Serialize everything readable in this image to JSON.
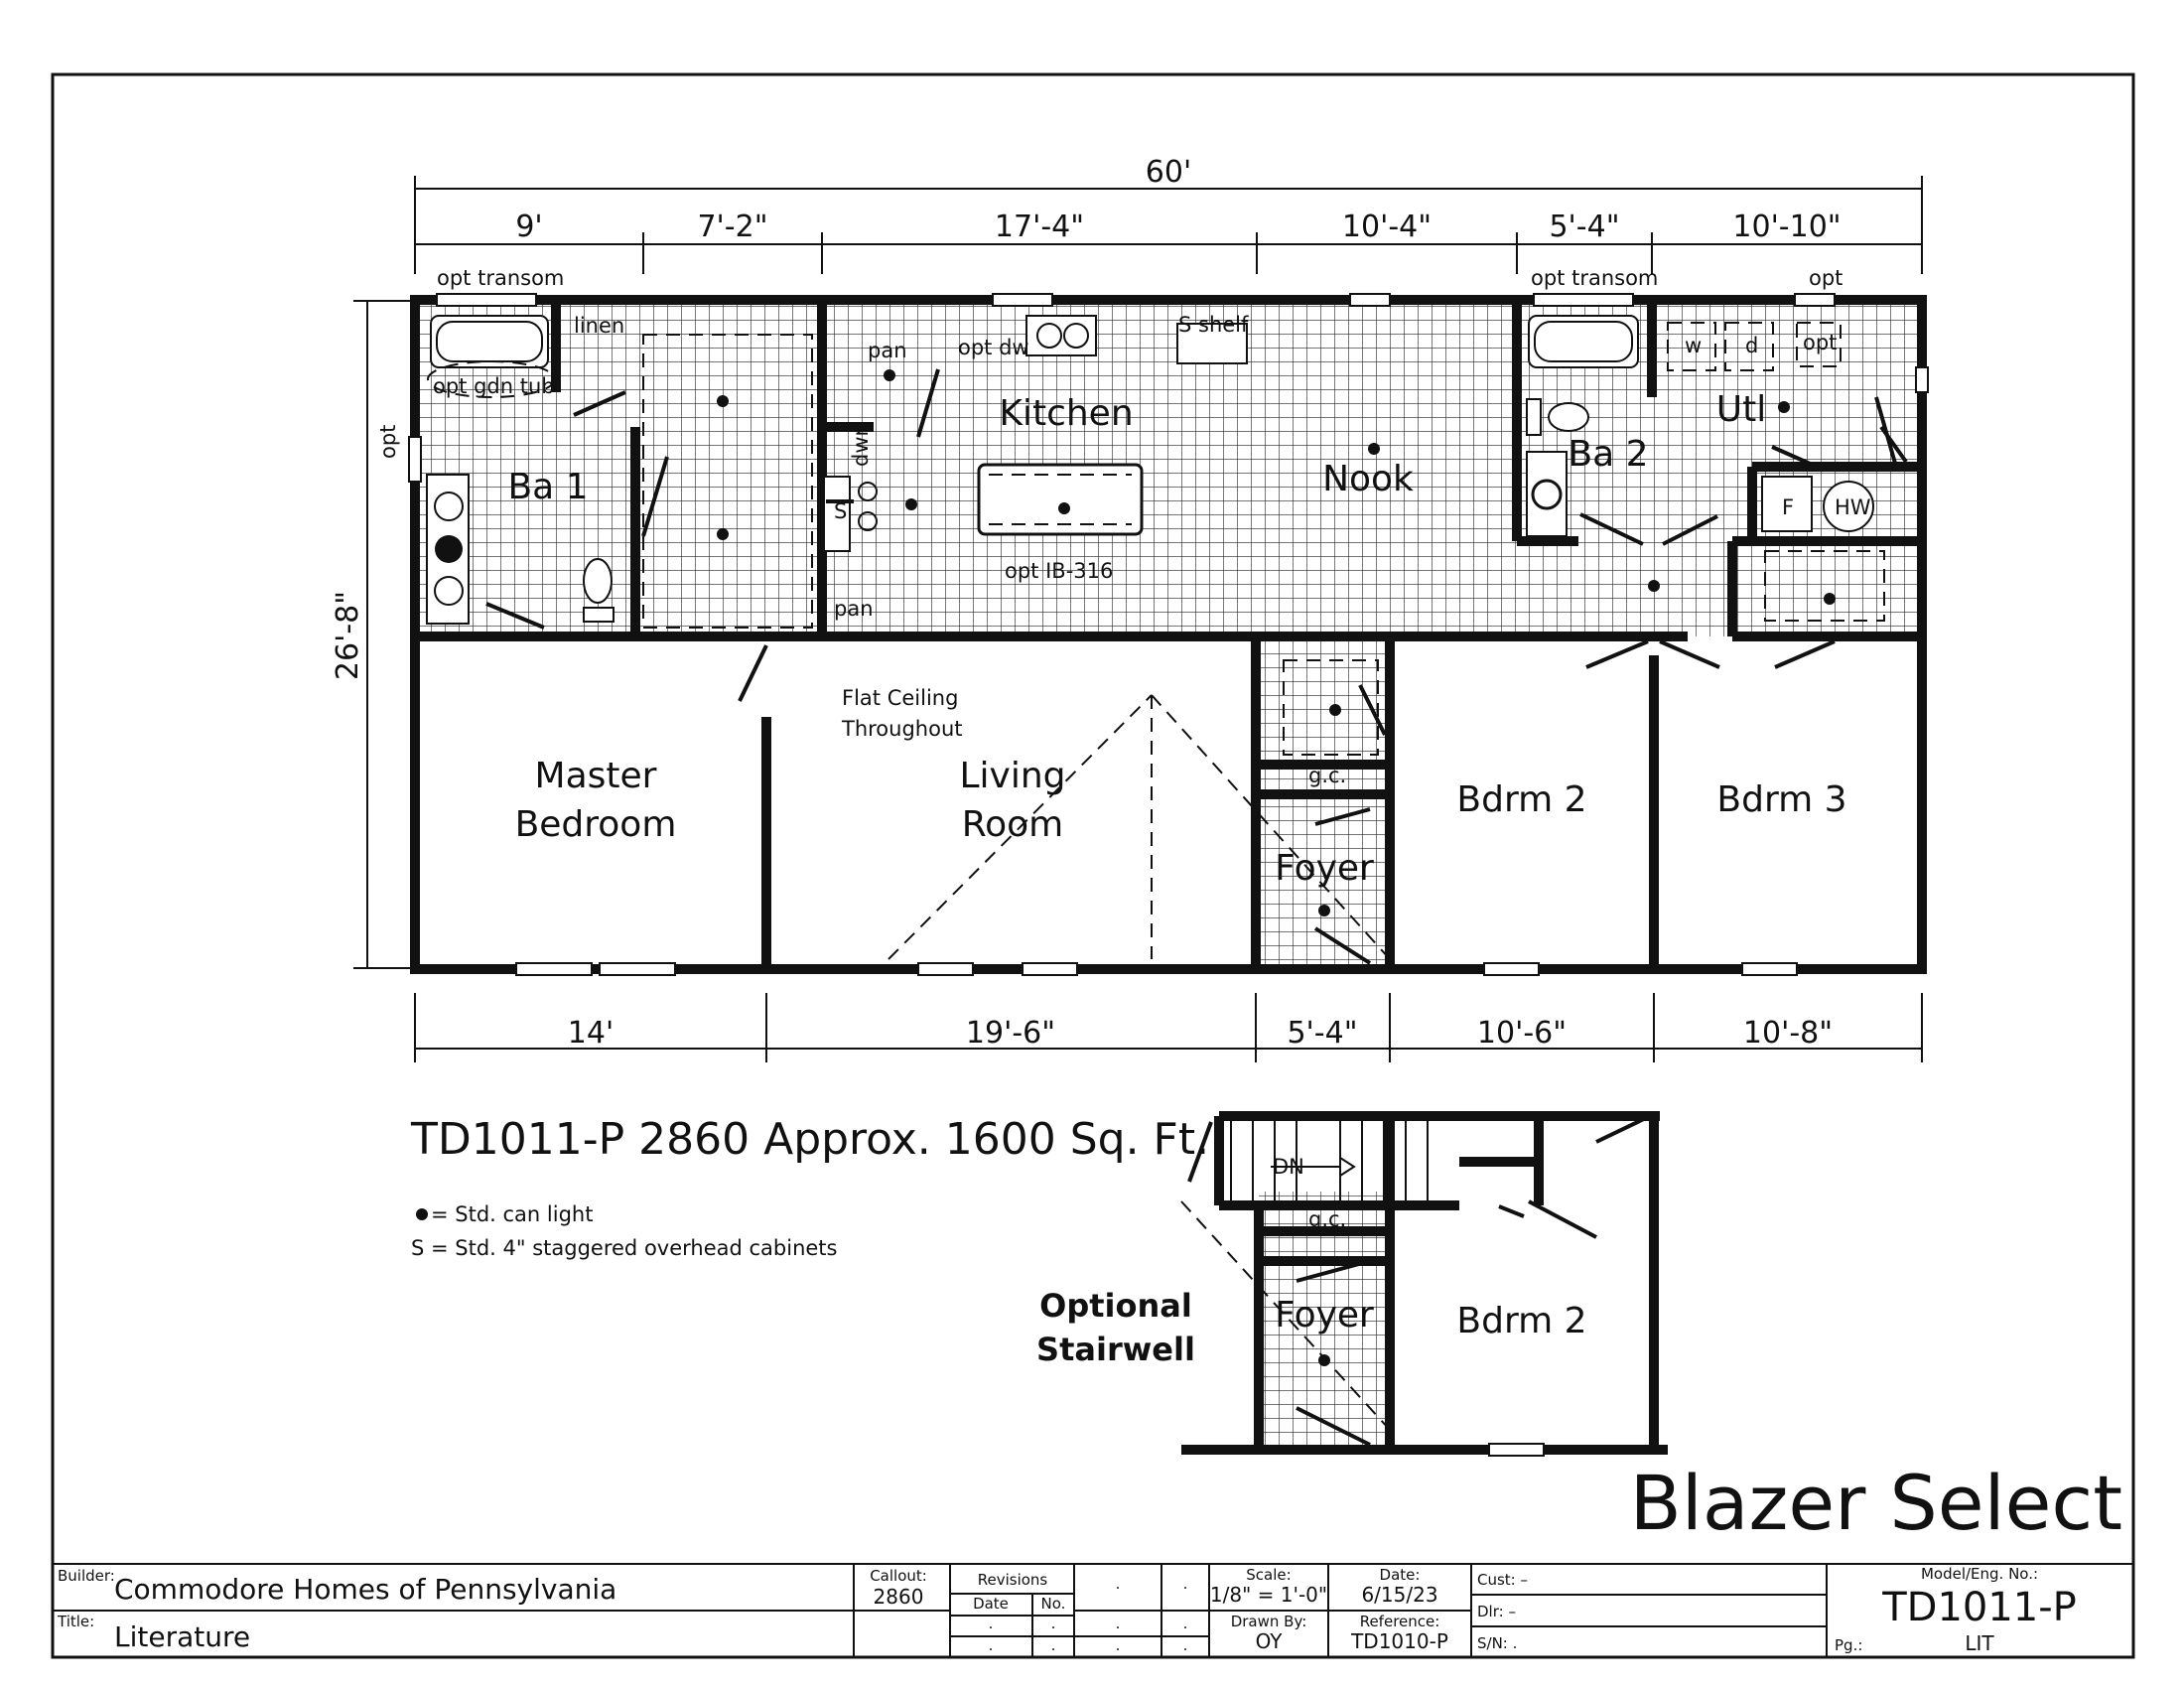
{
  "plan": {
    "overall_width": "60'",
    "top_dims": [
      "9'",
      "7'-2\"",
      "17'-4\"",
      "10'-4\"",
      "5'-4\"",
      "10'-10\""
    ],
    "bottom_dims": [
      "14'",
      "19'-6\"",
      "5'-4\"",
      "10'-6\"",
      "10'-8\""
    ],
    "depth_dim": "26'-8\"",
    "side_opt": "opt",
    "top_notes": [
      "opt transom",
      "opt transom",
      "opt"
    ],
    "rooms": {
      "ba1": "Ba 1",
      "kitchen": "Kitchen",
      "nook": "Nook",
      "ba2": "Ba 2",
      "utl": "Utl",
      "master1": "Master",
      "master2": "Bedroom",
      "living1": "Living",
      "living2": "Room",
      "foyer": "Foyer",
      "bdrm2": "Bdrm 2",
      "bdrm3": "Bdrm 3"
    },
    "labels": {
      "linen": "linen",
      "opt_gdn_tub": "opt gdn tub",
      "pan_top": "pan",
      "opt_dw": "opt dw",
      "s_shelf": "S shelf",
      "dwr": "dwr",
      "s": "S",
      "pan_bottom": "pan",
      "opt_ib": "opt IB-316",
      "flat1": "Flat Ceiling",
      "flat2": "Throughout",
      "gc": "g.c.",
      "w": "w",
      "d": "d",
      "opt": "opt",
      "hw": "HW",
      "f": "F"
    }
  },
  "info": {
    "title": "TD1011-P 2860 Approx. 1600 Sq. Ft.",
    "legend_can": "= Std. can light",
    "legend_s": "S = Std. 4\" staggered overhead cabinets"
  },
  "stair": {
    "heading1": "Optional",
    "heading2": "Stairwell",
    "dn": "DN",
    "gc": "g.c.",
    "foyer": "Foyer",
    "bdrm2": "Bdrm 2"
  },
  "brand": "Blazer Select",
  "titleblock": {
    "builder_label": "Builder:",
    "builder": "Commodore Homes of Pennsylvania",
    "title_label": "Title:",
    "title": "Literature",
    "callout_label": "Callout:",
    "callout": "2860",
    "revisions_label": "Revisions",
    "date_col": "Date",
    "no_col": "No.",
    "dot": ".",
    "scale_label": "Scale:",
    "scale": "1/8\" = 1'-0\"",
    "drawn_label": "Drawn By:",
    "drawn": "OY",
    "date_label": "Date:",
    "date": "6/15/23",
    "reference_label": "Reference:",
    "reference": "TD1010-P",
    "cust": "Cust: –",
    "dlr": "Dlr: –",
    "sn": "S/N: .",
    "model_label": "Model/Eng. No.:",
    "model": "TD1011-P",
    "pg_label": "Pg.:",
    "pg": "LIT"
  }
}
